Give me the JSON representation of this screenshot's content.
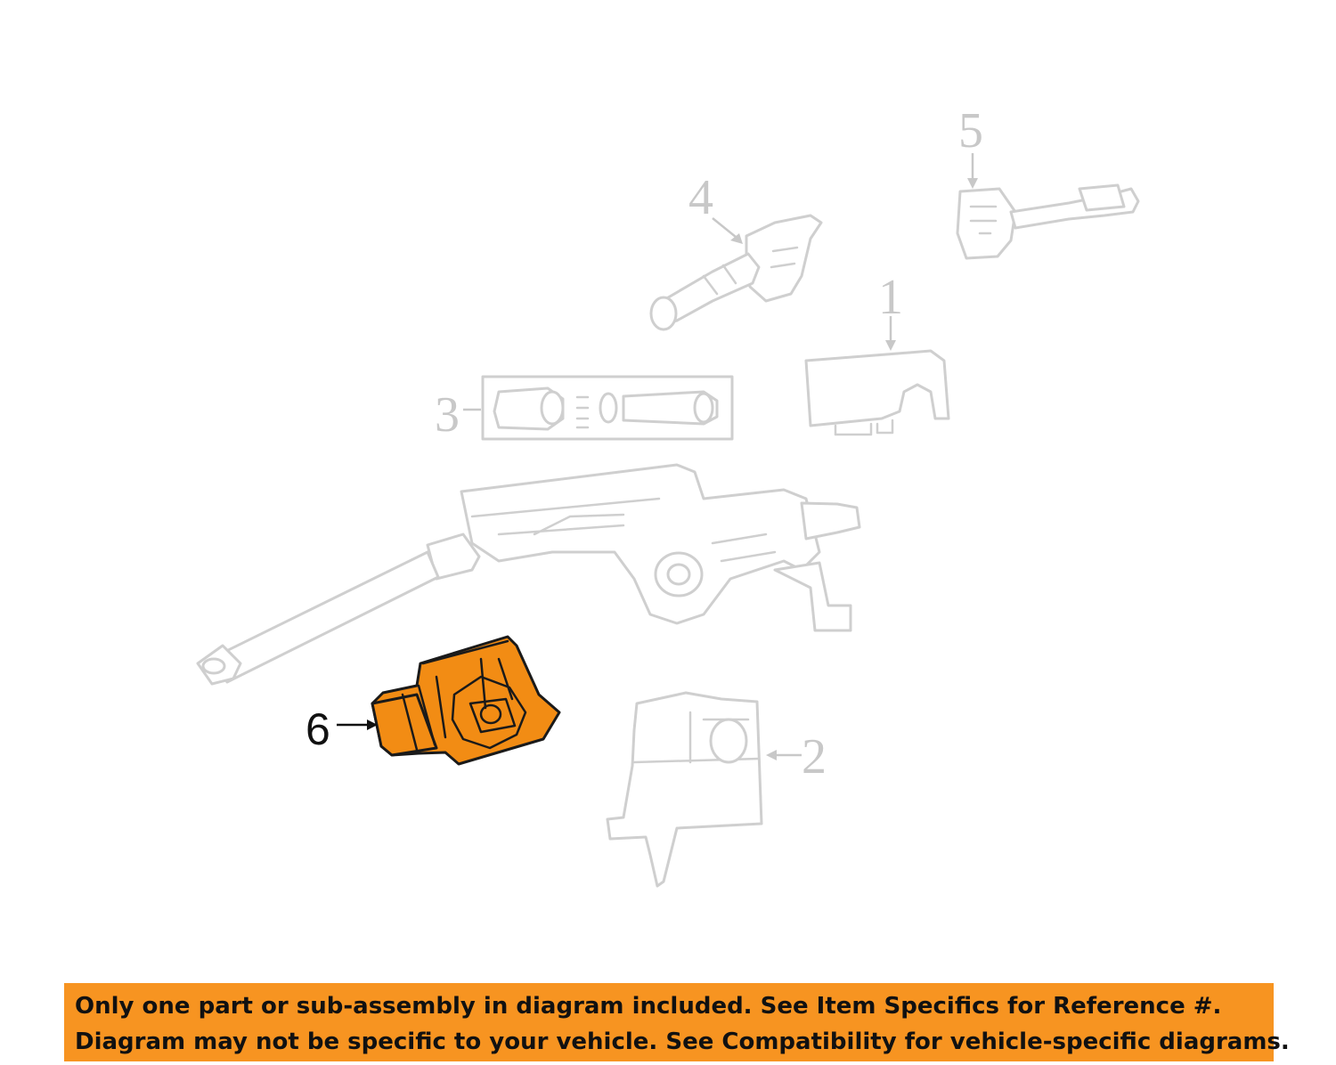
{
  "callouts": [
    {
      "id": "1",
      "label": "1"
    },
    {
      "id": "2",
      "label": "2"
    },
    {
      "id": "3",
      "label": "3"
    },
    {
      "id": "4",
      "label": "4"
    },
    {
      "id": "5",
      "label": "5"
    },
    {
      "id": "6",
      "label": "6",
      "highlighted": true
    }
  ],
  "highlight_color": "#f28c14",
  "notice": {
    "line1": "Only one part or sub-assembly in diagram included. See Item Specifics for Reference #.",
    "line2": "Diagram may not be specific to your vehicle. See Compatibility for vehicle-specific diagrams.",
    "background": "#f79421"
  }
}
